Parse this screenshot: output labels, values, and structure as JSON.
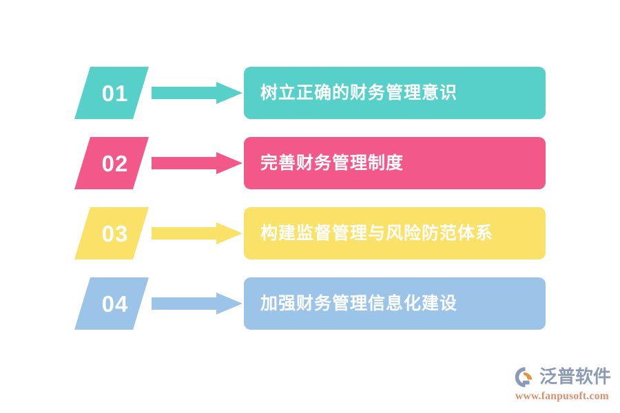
{
  "diagram": {
    "type": "process-steps",
    "title": "",
    "background_color": "#FFFFFF",
    "steps": [
      {
        "number": "01",
        "label": "树立正确的财务管理意识",
        "color": "#57D0C9"
      },
      {
        "number": "02",
        "label": "完善财务管理制度",
        "color": "#F2588A"
      },
      {
        "number": "03",
        "label": "构建监督管理与风险防范体系",
        "color": "#FAE168"
      },
      {
        "number": "04",
        "label": "加强财务管理信息化建设",
        "color": "#9CC4E8"
      }
    ]
  },
  "watermark": {
    "brand_cn": "泛普软件",
    "url": "www.fanpusoft.com",
    "mark_icon": "fanpu-logo-icon",
    "brand_color": "#8C9BB5",
    "url_color": "#D98F6E",
    "accent_color": "#E8913F"
  }
}
